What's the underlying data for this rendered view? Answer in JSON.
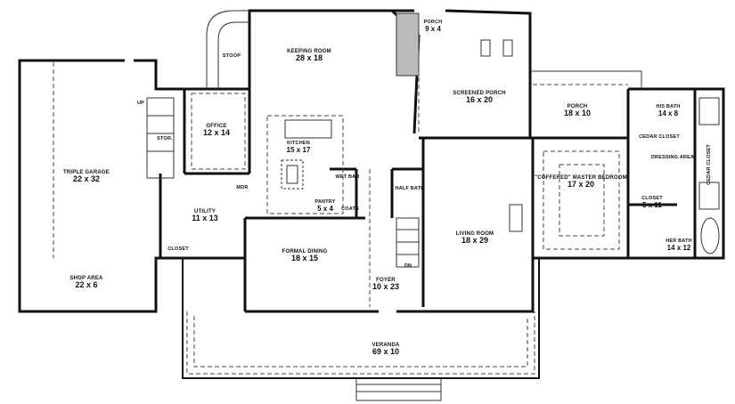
{
  "colors": {
    "wall": "#111111",
    "background": "#ffffff",
    "dashed": "#444444"
  },
  "rooms": [
    {
      "id": "keeping-room",
      "name": "KEEPING ROOM",
      "dims": "28 x 18"
    },
    {
      "id": "porch-small",
      "name": "PORCH",
      "dims": "9 x 4"
    },
    {
      "id": "stoop",
      "name": "STOOP",
      "dims": ""
    },
    {
      "id": "screened-porch",
      "name": "SCREENED PORCH",
      "dims": "16 x 20"
    },
    {
      "id": "porch",
      "name": "PORCH",
      "dims": "18 x 10"
    },
    {
      "id": "his-bath",
      "name": "HIS BATH",
      "dims": "14 x 8"
    },
    {
      "id": "cedar-closet",
      "name": "CEDAR CLOSET",
      "dims": ""
    },
    {
      "id": "dressing-area",
      "name": "DRESSING AREA",
      "dims": ""
    },
    {
      "id": "cedar-closet-2",
      "name": "CEDAR CLOSET",
      "dims": ""
    },
    {
      "id": "master-bedroom",
      "name": "\"COFFERED\" MASTER BEDROOM",
      "dims": "17 x 20"
    },
    {
      "id": "closet-master",
      "name": "CLOSET",
      "dims": "5 x 11"
    },
    {
      "id": "her-bath",
      "name": "HER BATH",
      "dims": "14 x 12"
    },
    {
      "id": "living-room",
      "name": "LIVING ROOM",
      "dims": "18 x 29"
    },
    {
      "id": "office",
      "name": "OFFICE",
      "dims": "12 x 14"
    },
    {
      "id": "kitchen",
      "name": "KITCHEN",
      "dims": "15 x 17"
    },
    {
      "id": "wet-bar",
      "name": "WET BAR",
      "dims": ""
    },
    {
      "id": "half-bath",
      "name": "HALF BATH",
      "dims": ""
    },
    {
      "id": "pantry",
      "name": "PANTRY",
      "dims": "5 x 4"
    },
    {
      "id": "coats",
      "name": "COATS",
      "dims": ""
    },
    {
      "id": "utility",
      "name": "UTILITY",
      "dims": "11 x 13"
    },
    {
      "id": "closet-utility",
      "name": "CLOSET",
      "dims": ""
    },
    {
      "id": "triple-garage",
      "name": "TRIPLE GARAGE",
      "dims": "22 x 32"
    },
    {
      "id": "shop-area",
      "name": "SHOP AREA",
      "dims": "22 x 6"
    },
    {
      "id": "formal-dining",
      "name": "FORMAL DINING",
      "dims": "18 x 15"
    },
    {
      "id": "foyer",
      "name": "FOYER",
      "dims": "10 x 23"
    },
    {
      "id": "veranda",
      "name": "VERANDA",
      "dims": "69 x 10"
    }
  ],
  "notes": {
    "stor": "STOR.",
    "mdr": "MDR",
    "up": "UP",
    "dn": "DN"
  }
}
